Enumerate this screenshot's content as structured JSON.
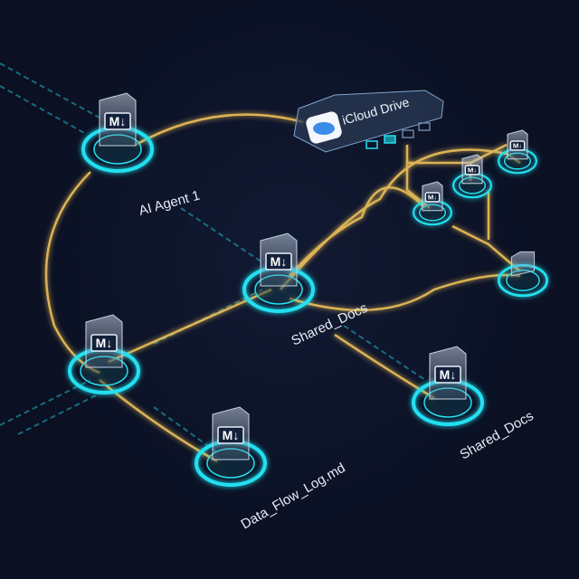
{
  "nodes": {
    "agent": {
      "label": "AI Agent 1"
    },
    "shared_center": {
      "label": "Shared_Docs"
    },
    "data_flow": {
      "label": "Data_Flow_Log.md"
    },
    "shared_right": {
      "label": "Shared_Docs"
    }
  },
  "cloud": {
    "label": "iCloud Drive"
  },
  "file_badge": "M↓",
  "colors": {
    "background": "#0c1123",
    "ring": "#22e0f0",
    "path": "#f3c45a"
  }
}
